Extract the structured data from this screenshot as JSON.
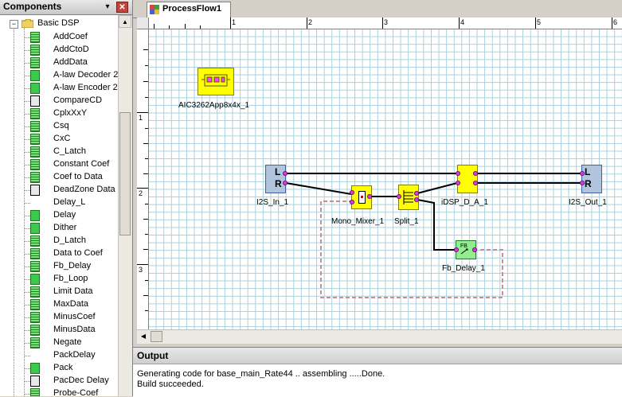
{
  "components_panel": {
    "title": "Components",
    "pin_glyph": "▾",
    "close_glyph": "✕",
    "root": {
      "label": "Basic DSP",
      "expander": "−"
    },
    "items": [
      {
        "label": "AddCoef",
        "icon": "dotted"
      },
      {
        "label": "AddCtoD",
        "icon": "dotted"
      },
      {
        "label": "AddData",
        "icon": "dotted"
      },
      {
        "label": "A-law Decoder 2",
        "icon": "solid"
      },
      {
        "label": "A-law Encoder 2",
        "icon": "solid"
      },
      {
        "label": "CompareCD",
        "icon": "black"
      },
      {
        "label": "CplxXxY",
        "icon": "dotted"
      },
      {
        "label": "Csq",
        "icon": "dotted"
      },
      {
        "label": "CxC",
        "icon": "dotted"
      },
      {
        "label": "C_Latch",
        "icon": "dotted"
      },
      {
        "label": "Constant Coef",
        "icon": "dotted"
      },
      {
        "label": "Coef to Data",
        "icon": "dotted"
      },
      {
        "label": "DeadZone Data",
        "icon": "black"
      },
      {
        "label": "Delay_L",
        "icon": "none"
      },
      {
        "label": "Delay",
        "icon": "solid"
      },
      {
        "label": "Dither",
        "icon": "solid"
      },
      {
        "label": "D_Latch",
        "icon": "dotted"
      },
      {
        "label": "Data to Coef",
        "icon": "dotted"
      },
      {
        "label": "Fb_Delay",
        "icon": "dotted"
      },
      {
        "label": "Fb_Loop",
        "icon": "solid"
      },
      {
        "label": "Limit Data",
        "icon": "dotted"
      },
      {
        "label": "MaxData",
        "icon": "dotted"
      },
      {
        "label": "MinusCoef",
        "icon": "dotted"
      },
      {
        "label": "MinusData",
        "icon": "dotted"
      },
      {
        "label": "Negate",
        "icon": "dotted"
      },
      {
        "label": "PackDelay",
        "icon": "none"
      },
      {
        "label": "Pack",
        "icon": "solid"
      },
      {
        "label": "PacDec Delay",
        "icon": "black"
      },
      {
        "label": "Probe-Coef",
        "icon": "dotted"
      }
    ]
  },
  "document": {
    "tab_label": "ProcessFlow1",
    "ruler_top": [
      "1",
      "2",
      "3",
      "4",
      "5",
      "6"
    ],
    "ruler_left": [
      "1",
      "2",
      "3"
    ],
    "blocks": {
      "aic": "AIC3262App8x4x_1",
      "i2s_in": "I2S_In_1",
      "i2s_out": "I2S_Out_1",
      "mixer": "Mono_Mixer_1",
      "split": "Split_1",
      "idsp": "iDSP_D_A_1",
      "fb_delay": "Fb_Delay_1"
    },
    "port_letters": {
      "left": "L",
      "right": "R"
    },
    "fb_glyph": "FB"
  },
  "output_panel": {
    "title": "Output",
    "lines": [
      "Generating code for base_main_Rate44 ..  assembling .....Done.",
      "Build succeeded."
    ]
  },
  "colors": {
    "block_yellow": "#ffff00",
    "block_blue": "#b0c4de",
    "block_green": "#90ee90",
    "port_magenta": "#d040d0",
    "grid": "#a8d0dc"
  }
}
